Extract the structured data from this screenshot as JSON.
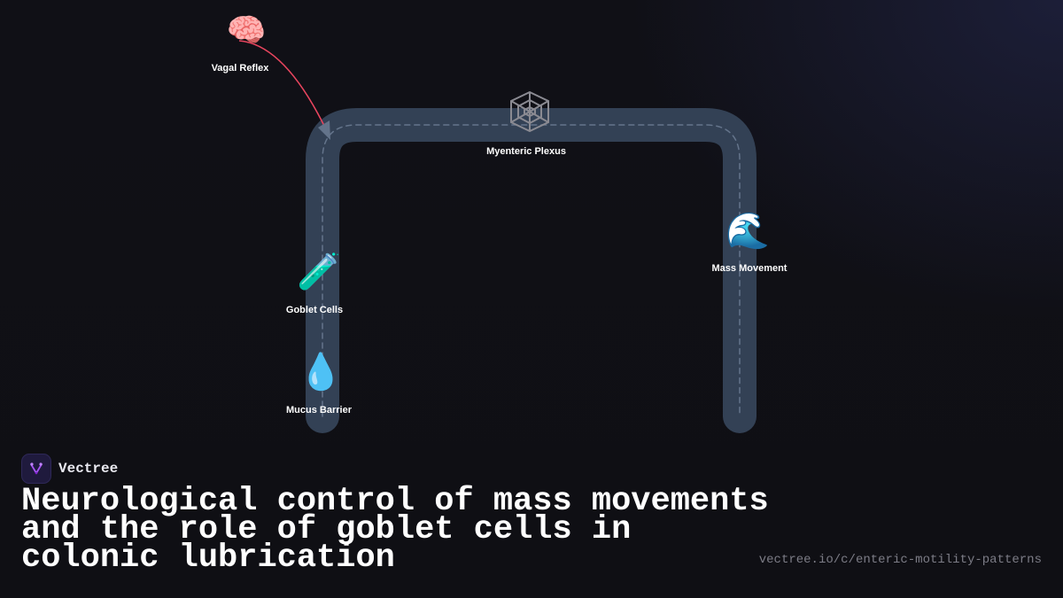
{
  "diagram": {
    "nodes": [
      {
        "id": "vagal",
        "label": "Vagal Reflex",
        "icon": "brain-icon",
        "glyph": "🧠"
      },
      {
        "id": "plexus",
        "label": "Myenteric Plexus",
        "icon": "spider-web-icon",
        "glyph": "🕸"
      },
      {
        "id": "mass",
        "label": "Mass Movement",
        "icon": "wave-icon",
        "glyph": "🌊"
      },
      {
        "id": "goblet",
        "label": "Goblet Cells",
        "icon": "test-tube-icon",
        "glyph": "🧪"
      },
      {
        "id": "mucus",
        "label": "Mucus Barrier",
        "icon": "droplet-icon",
        "glyph": "💧"
      }
    ],
    "edges": [
      {
        "from": "vagal",
        "to": "plexus",
        "color": "#e8455e"
      }
    ],
    "colors": {
      "track": "#334155",
      "track_dash": "#64748b",
      "arrow": "#e8455e",
      "arrowhead": "#64748b"
    }
  },
  "brand": {
    "name": "Vectree",
    "logo_icon": "vectree-logo-icon",
    "accent": "#a855f7"
  },
  "title": "Neurological control of mass movements and the role of goblet cells in colonic lubrication",
  "url": "vectree.io/c/enteric-motility-patterns"
}
